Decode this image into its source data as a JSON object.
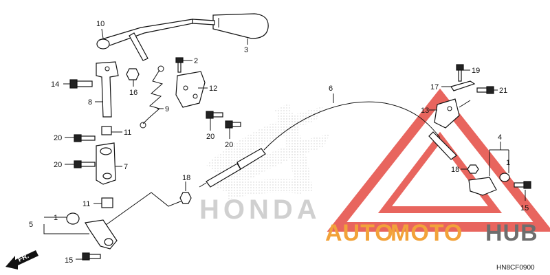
{
  "diagram": {
    "code": "HN8CF0900",
    "direction_label": "FR.",
    "callouts": [
      "1",
      "2",
      "3",
      "4",
      "5",
      "6",
      "7",
      "8",
      "9",
      "10",
      "11",
      "12",
      "13",
      "14",
      "15",
      "16",
      "17",
      "18",
      "19",
      "20",
      "21"
    ],
    "duplicate_callouts": {
      "11b": "11",
      "15b": "15",
      "18b": "18",
      "20b": "20",
      "20c": "20",
      "20d": "20",
      "1b": "1"
    }
  },
  "branding": {
    "background_logo": "HONDA",
    "watermark_prefix": "AUTO",
    "watermark_middle": "MOTO",
    "watermark_suffix": "HUB",
    "colors": {
      "watermark_orange": "#f2a23a",
      "watermark_gray": "#6e6e6e",
      "watermark_red": "#e23a32",
      "logo_gray": "#c9c9c9"
    }
  }
}
